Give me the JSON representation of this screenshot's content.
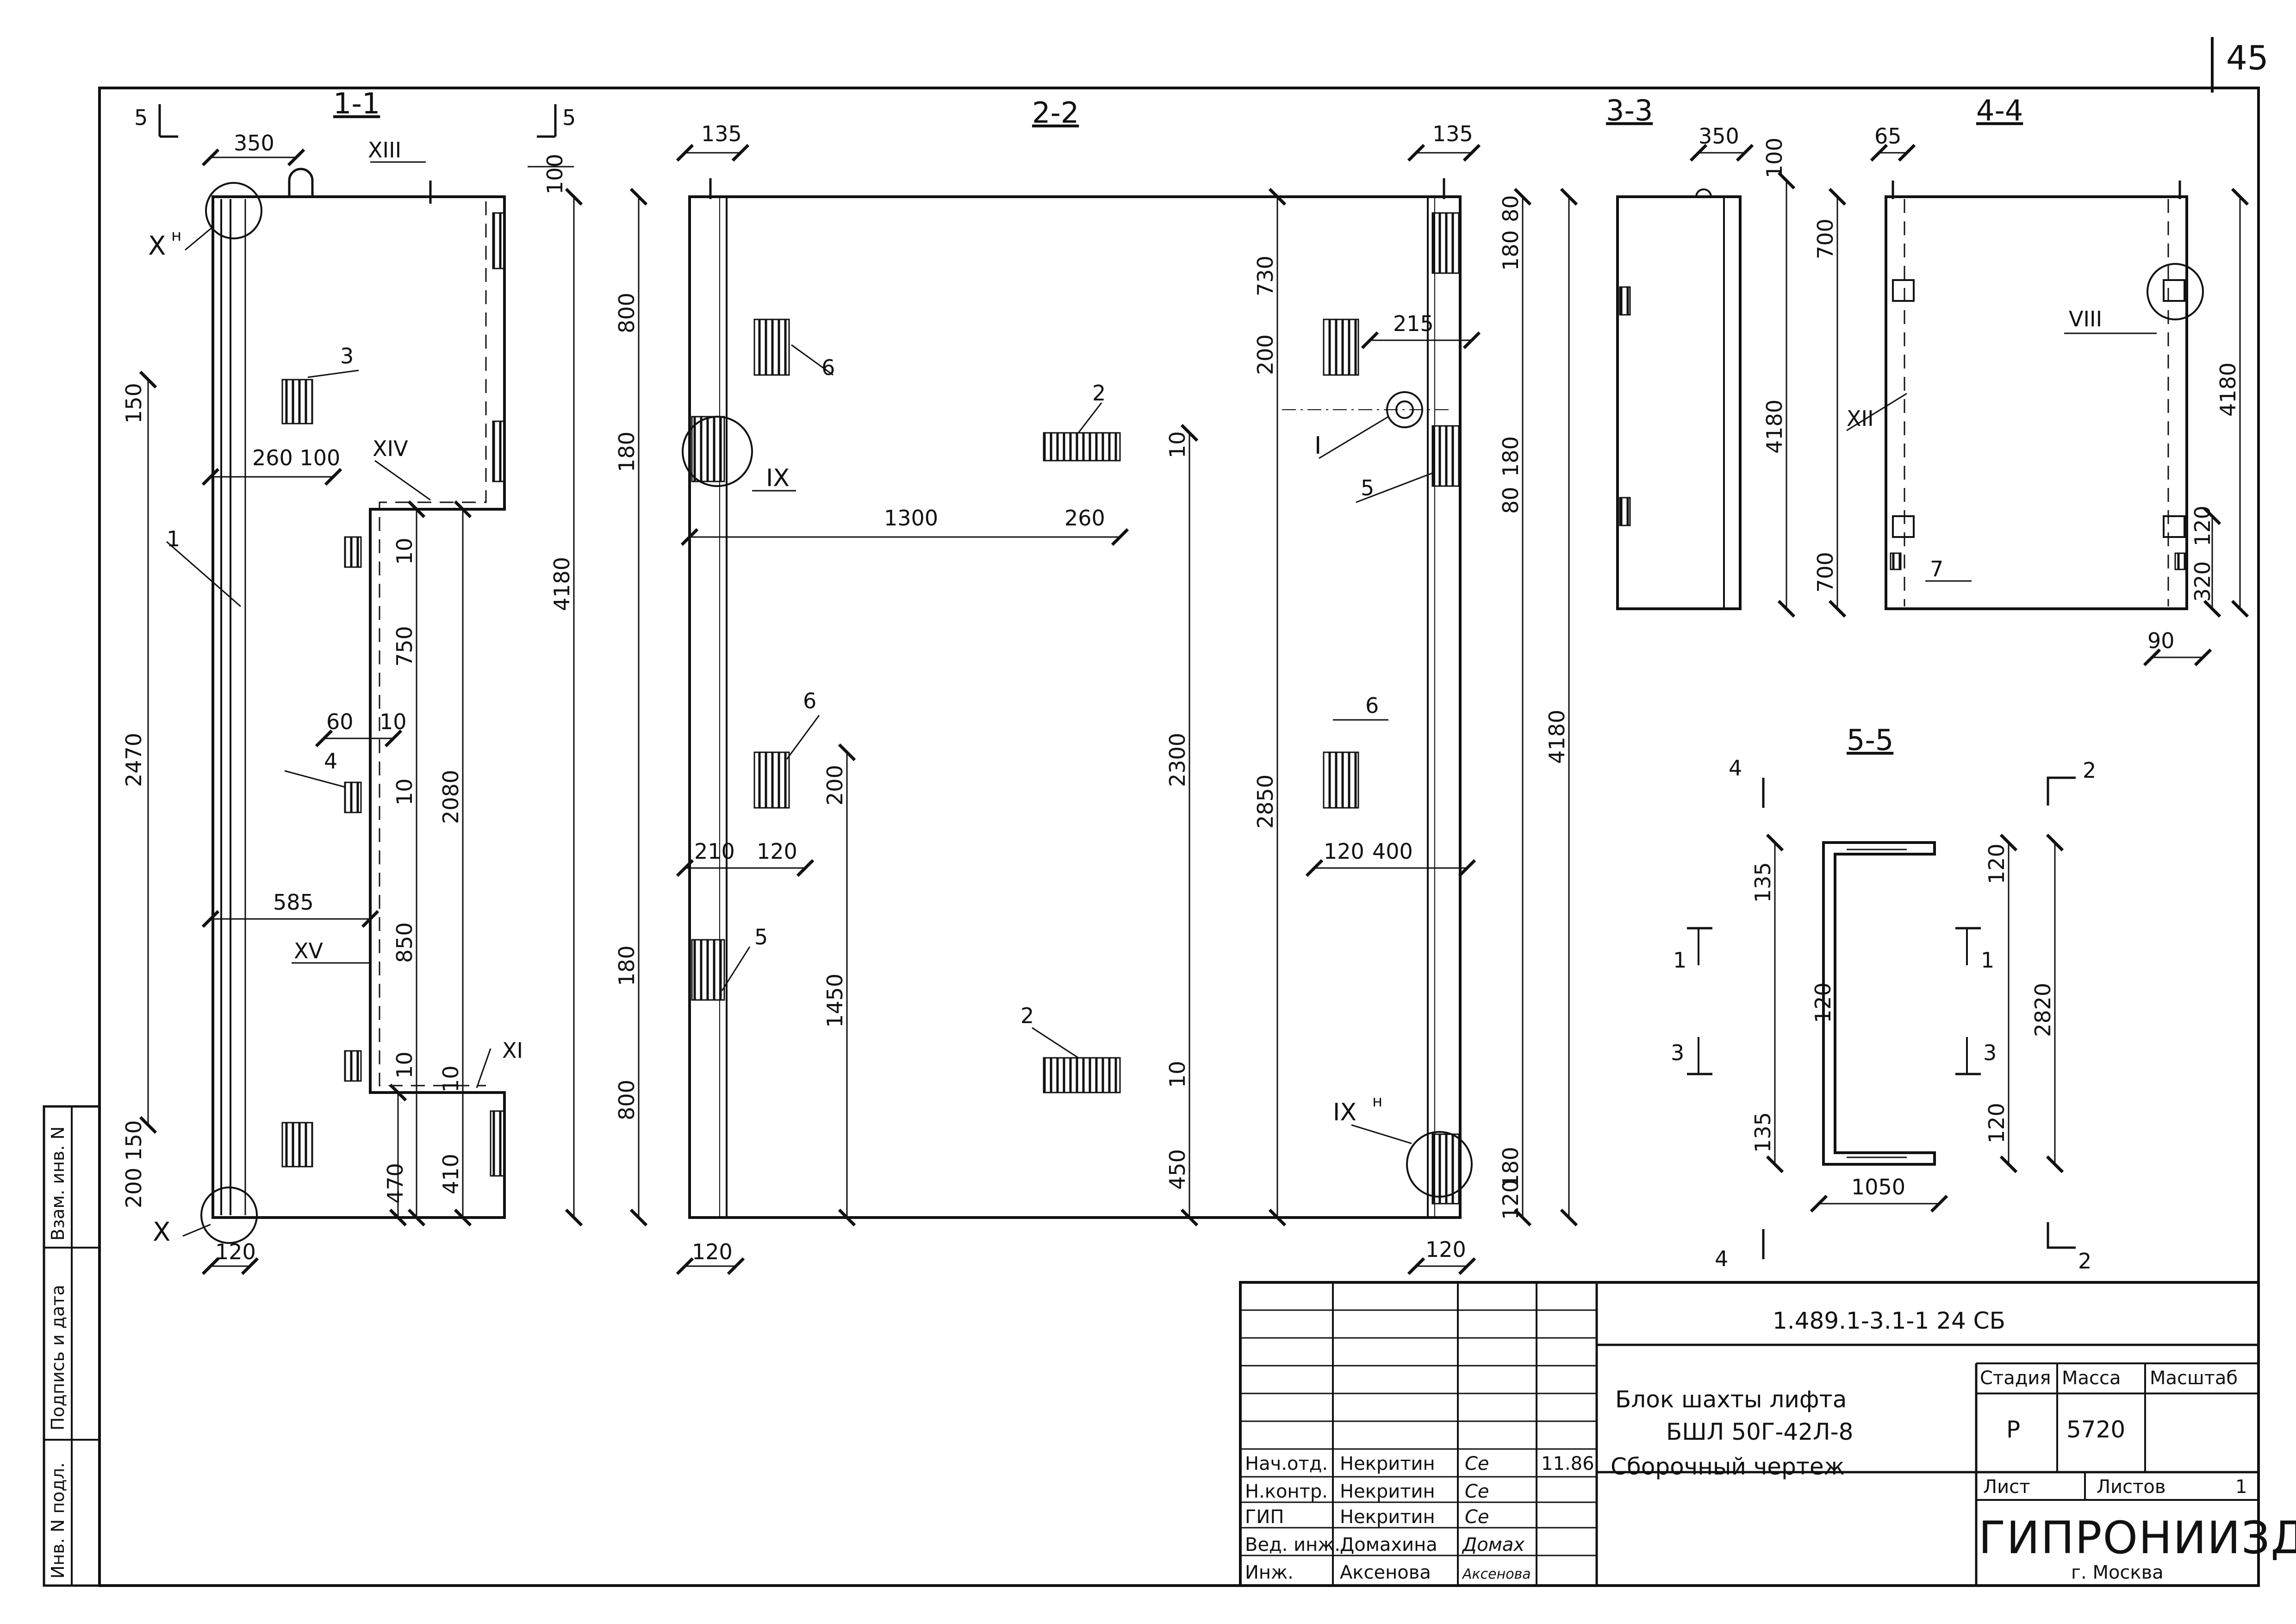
{
  "page_number": "45",
  "sections": {
    "s11": "1-1",
    "s22": "2-2",
    "s33": "3-3",
    "s44": "4-4",
    "s55": "5-5"
  },
  "cut_marks": {
    "five": "5",
    "four": "4",
    "two": "2",
    "one": "1",
    "three": "3"
  },
  "dims_11": {
    "d350": "350",
    "d100": "100",
    "d150": "150",
    "d260100": "260 100",
    "d2470": "2470",
    "d750": "750",
    "d60": "60",
    "d10": "10",
    "d2080": "2080",
    "d4180": "4180",
    "d585": "585",
    "d850": "850",
    "d10b": "10",
    "d10c": "10",
    "d10d": "10",
    "d200150": "200 150",
    "d470": "470",
    "d410": "410",
    "d120": "120",
    "d10e": "10"
  },
  "dims_22": {
    "d135a": "135",
    "d135b": "135",
    "d800a": "800",
    "d180a": "180",
    "d1300": "1300",
    "d260": "260",
    "d10a": "10",
    "d730": "730",
    "d200a": "200",
    "d215": "215",
    "d80a": "80",
    "d180b": "180",
    "d180c": "180",
    "d80b": "80",
    "d2300": "2300",
    "d2850": "2850",
    "d4180": "4180",
    "d210": "210",
    "d120a": "120",
    "d200b": "200",
    "d120b": "120",
    "d400": "400",
    "d180d": "180",
    "d1450": "1450",
    "d800b": "800",
    "d10b": "10",
    "d450": "450",
    "d180e": "180",
    "d120c": "120",
    "d120d": "120",
    "d120e": "120"
  },
  "dims_33": {
    "d350": "350",
    "d100": "100",
    "d4180": "4180"
  },
  "dims_44": {
    "d65": "65",
    "d700a": "700",
    "d4180": "4180",
    "d700b": "700",
    "d120": "120",
    "d320": "320",
    "d90": "90"
  },
  "dims_55": {
    "d135a": "135",
    "d120a": "120",
    "d2820": "2820",
    "d120b": "120",
    "d135b": "135",
    "d120c": "120",
    "d1050": "1050"
  },
  "callouts": {
    "X_h": "X",
    "X_h_sup": "н",
    "X": "X",
    "XIII": "XIII",
    "XIV": "XIV",
    "XV": "XV",
    "XI": "XI",
    "IX": "IX",
    "IX_h": "IX",
    "IX_h_sup": "н",
    "I": "I",
    "VIII": "VIII",
    "XII": "XII",
    "n1": "1",
    "n2a": "2",
    "n2b": "2",
    "n3": "3",
    "n4": "4",
    "n5a": "5",
    "n5b": "5",
    "n6a": "6",
    "n6b": "6",
    "n6c": "6",
    "n7": "7"
  },
  "left_strip": {
    "c1": "Инв. N подл.",
    "c2": "Подпись и дата",
    "c3": "Взам. инв. N"
  },
  "stamp": {
    "code": "1.489.1-3.1-1  24 СБ",
    "title1": "Блок шахты лифта",
    "title2": "БШЛ 50Г-42Л-8",
    "title3": "Сборочный чертеж",
    "stage_label": "Стадия",
    "mass_label": "Масса",
    "scale_label": "Масштаб",
    "stage": "Р",
    "mass": "5720",
    "sheet_label": "Лист",
    "sheets_label": "Листов",
    "sheets": "1",
    "org": "ГИПРОНИИЗДРАВ",
    "city": "г. Москва",
    "date": "11.86",
    "rows": [
      {
        "role": "Нач.отд.",
        "name": "Некритин",
        "sign": "Се"
      },
      {
        "role": "Н.контр.",
        "name": "Некритин",
        "sign": "Се"
      },
      {
        "role": "ГИП",
        "name": "Некритин",
        "sign": "Се"
      },
      {
        "role": "Вед. инж.",
        "name": "Домахина",
        "sign": "Домах"
      },
      {
        "role": "Инж.",
        "name": "Аксенова",
        "sign": "Аксенова"
      }
    ]
  }
}
